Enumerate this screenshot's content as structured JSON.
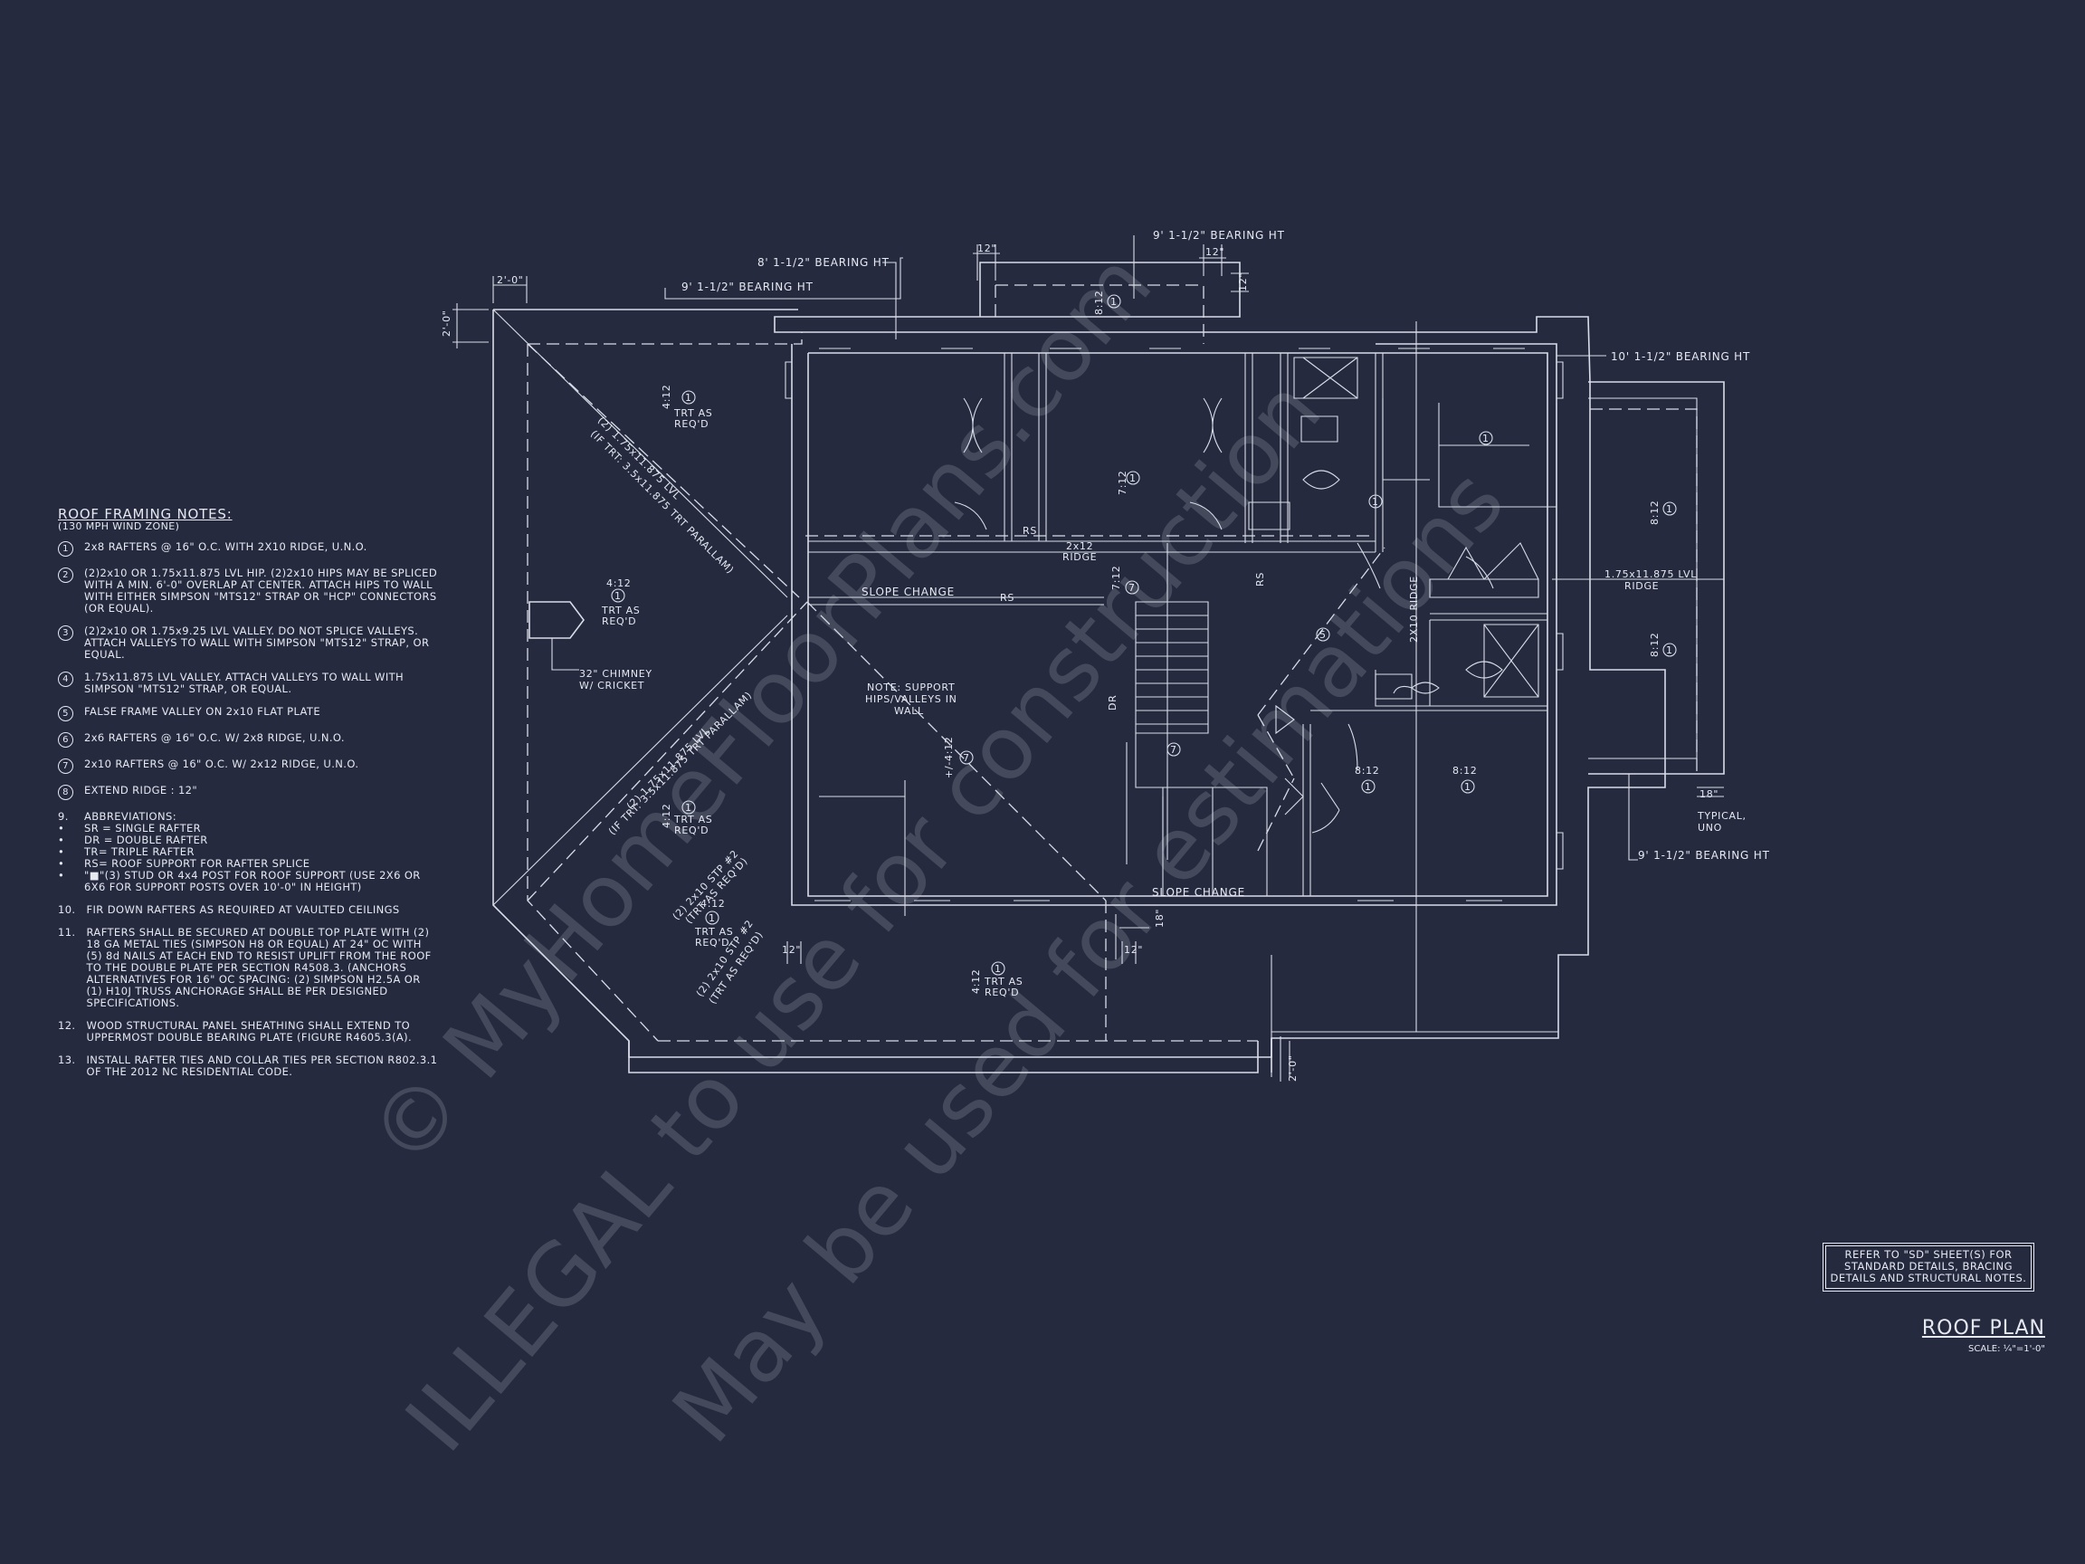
{
  "notes": {
    "title": "ROOF FRAMING NOTES:",
    "subtitle": "(130 MPH WIND ZONE)",
    "items": [
      {
        "num": "1",
        "text": "2x8 RAFTERS @ 16\" O.C. WITH 2X10 RIDGE, U.N.O."
      },
      {
        "num": "2",
        "text": "(2)2x10 OR 1.75x11.875 LVL HIP.  (2)2x10 HIPS MAY BE SPLICED WITH A MIN. 6'-0\" OVERLAP AT CENTER. ATTACH HIPS TO WALL WITH EITHER SIMPSON \"MTS12\" STRAP OR \"HCP\" CONNECTORS (OR EQUAL)."
      },
      {
        "num": "3",
        "text": "(2)2x10 OR 1.75x9.25 LVL VALLEY.  DO NOT SPLICE VALLEYS. ATTACH VALLEYS TO WALL WITH  SIMPSON \"MTS12\" STRAP, OR EQUAL."
      },
      {
        "num": "4",
        "text": "1.75x11.875 LVL VALLEY.  ATTACH VALLEYS TO WALL WITH SIMPSON \"MTS12\" STRAP, OR EQUAL."
      },
      {
        "num": "5",
        "text": "FALSE FRAME VALLEY ON 2x10 FLAT PLATE"
      },
      {
        "num": "6",
        "text": "2x6 RAFTERS @ 16\" O.C. W/ 2x8 RIDGE, U.N.O."
      },
      {
        "num": "7",
        "text": "2x10 RAFTERS @ 16\" O.C. W/ 2x12 RIDGE, U.N.O."
      },
      {
        "num": "8",
        "text": "EXTEND RIDGE : 12\""
      }
    ],
    "abbrev_num": "9.",
    "abbrev_title": "ABBREVIATIONS:",
    "abbreviations": [
      "SR = SINGLE RAFTER",
      "DR = DOUBLE RAFTER",
      "TR= TRIPLE RAFTER",
      "RS= ROOF SUPPORT FOR RAFTER SPLICE",
      "\"■\"(3) STUD OR 4x4 POST FOR ROOF SUPPORT (USE 2X6 OR 6X6 FOR SUPPORT POSTS OVER 10'-0\" IN HEIGHT)"
    ],
    "plain_items": [
      {
        "num": "10.",
        "text": "FIR DOWN RAFTERS AS REQUIRED AT VAULTED CEILINGS"
      },
      {
        "num": "11.",
        "text": "RAFTERS SHALL BE SECURED AT DOUBLE TOP PLATE WITH (2) 18 GA METAL TIES (SIMPSON H8 OR EQUAL) AT 24\" OC WITH (5) 8d NAILS AT EACH END TO RESIST UPLIFT FROM THE ROOF TO THE DOUBLE PLATE PER SECTION R4508.3. (ANCHORS ALTERNATIVES FOR 16\" OC SPACING: (2) SIMPSON H2.5A OR (1) H10J TRUSS ANCHORAGE SHALL BE PER DESIGNED SPECIFICATIONS."
      },
      {
        "num": "12.",
        "text": "WOOD STRUCTURAL PANEL SHEATHING SHALL EXTEND TO UPPERMOST DOUBLE BEARING PLATE (FIGURE R4605.3(A)."
      },
      {
        "num": "13.",
        "text": "INSTALL RAFTER TIES AND COLLAR TIES PER SECTION R802.3.1 OF THE 2012 NC RESIDENTIAL CODE."
      }
    ]
  },
  "plan": {
    "bearing_8": "8' 1-1/2\" BEARING HT",
    "bearing_9a": "9' 1-1/2\" BEARING HT",
    "bearing_9b": "9' 1-1/2\" BEARING HT",
    "bearing_10": "10' 1-1/2\" BEARING HT",
    "bearing_9c": "9' 1-1/2\" BEARING HT",
    "dim_2_0_top": "2'-0\"",
    "dim_2_0_left": "2'-0\"",
    "dim_2_0_bottom": "2'-0\"",
    "dim_12_a": "12\"",
    "dim_12_b": "12\"",
    "dim_12_c": "12\"",
    "dim_12_d": "12\"",
    "dim_12_e": "12\"",
    "dim_18_a": "18\"",
    "dim_18_b": "18\"",
    "pitch_4_12": "4:12",
    "pitch_7_12": "7:12",
    "pitch_8_12": "8:12",
    "pitch_pm_4_12": "+/-4:12",
    "trt": "TRT AS",
    "reqd": "REQ'D",
    "slope_change": "SLOPE CHANGE",
    "ridge_2x12": "2x12",
    "ridge": "RIDGE",
    "lvl_ridge": "1.75x11.875 LVL",
    "ridge_2x10": "2X10 RIDGE",
    "chimney_1": "32\" CHIMNEY",
    "chimney_2": "W/ CRICKET",
    "support_1": "NOTE: SUPPORT",
    "support_2": "HIPS/VALLEYS IN",
    "support_3": "WALL",
    "hip_lvl": "(2) 1.75x11.875 LVL",
    "hip_trt": "(IF TRT: 3.5x11.875 TRT PARALLAM)",
    "hip_2x10_1": "(2) 2x10 STP #2",
    "hip_trt_reqd": "(TRT AS REQ'D)",
    "hip_2x10_2": "(2) 2x10 STP #2",
    "rs": "RS",
    "dr": "DR",
    "typical_1": "TYPICAL,",
    "typical_2": "UNO",
    "c1": "1",
    "c2": "2",
    "c3": "3",
    "c4": "4",
    "c5": "5",
    "c6": "6",
    "c7": "7",
    "c8": "8"
  },
  "watermark": {
    "line1": "© MyHomeFloorPlans.com",
    "line2": "ILLEGAL to use for construction",
    "line3": "May be used for estimations"
  },
  "reference_note": "REFER TO \"SD\" SHEET(S) FOR STANDARD DETAILS, BRACING DETAILS AND STRUCTURAL NOTES.",
  "title": "ROOF PLAN",
  "scale": "SCALE: ¼\"=1'-0\""
}
